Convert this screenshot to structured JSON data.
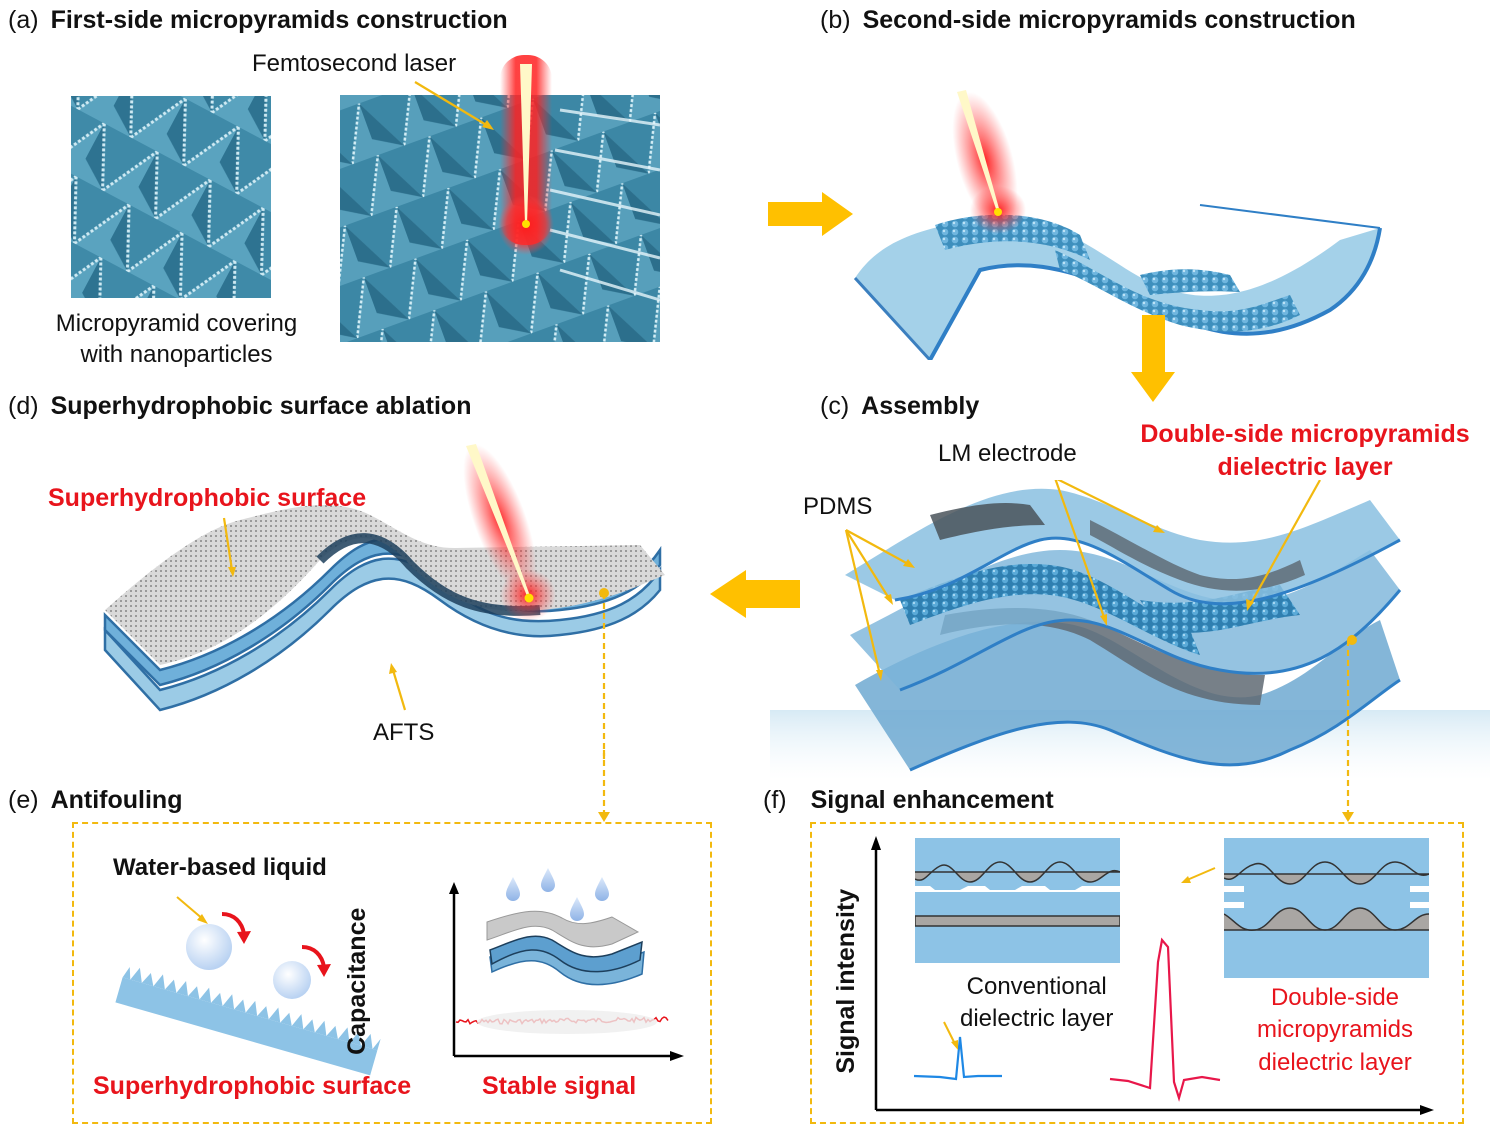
{
  "figure": {
    "accent_arrow_color": "#ffc000",
    "laser_color": "#ff1a1a",
    "label_red": "#e8141c",
    "pdms_blue": "#8dc3e6",
    "electrode_gray": "#a9a6a3"
  },
  "panels": {
    "a": {
      "letter": "(a)",
      "title": "First-side micropyramids construction",
      "laser_label": "Femtosecond laser",
      "caption_line1": "Micropyramid covering",
      "caption_line2": "with nanoparticles"
    },
    "b": {
      "letter": "(b)",
      "title": "Second-side micropyramids construction"
    },
    "c": {
      "letter": "(c)",
      "title": "Assembly",
      "lm_label": "LM electrode",
      "pdms_label": "PDMS",
      "dielectric_label_line1": "Double-side micropyramids",
      "dielectric_label_line2": "dielectric layer"
    },
    "d": {
      "letter": "(d)",
      "title": "Superhydrophobic surface ablation",
      "surface_label": "Superhydrophobic surface",
      "device_label": "AFTS"
    },
    "e": {
      "letter": "(e)",
      "title": "Antifouling",
      "liquid_label": "Water-based liquid",
      "surface_caption": "Superhydrophobic surface",
      "signal_caption": "Stable signal",
      "y_axis_label": "Capacitance"
    },
    "f": {
      "letter": "(f)",
      "title": "Signal enhancement",
      "y_axis_label": "Signal intensity",
      "conventional_line1": "Conventional",
      "conventional_line2": "dielectric layer",
      "double_line1": "Double-side",
      "double_line2": "micropyramids",
      "double_line3": "dielectric layer"
    }
  }
}
